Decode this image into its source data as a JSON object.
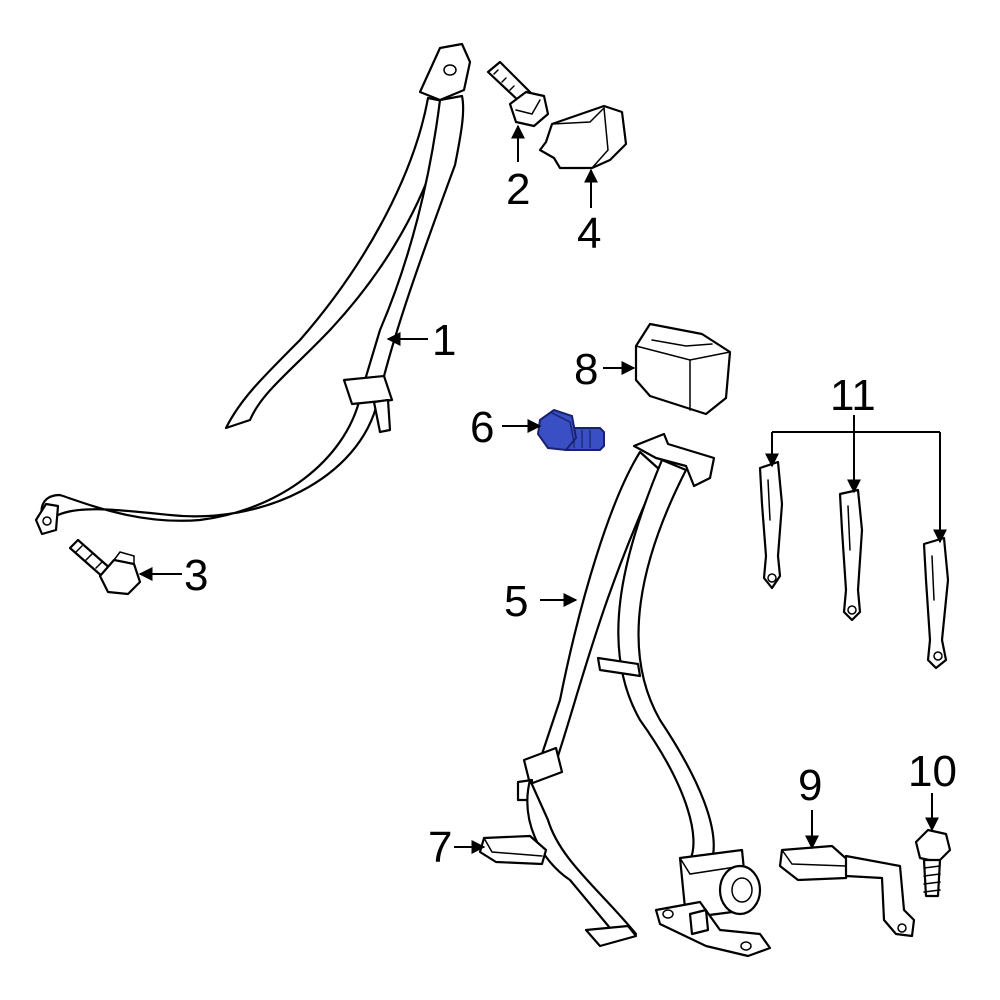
{
  "colors": {
    "line": "#000000",
    "background": "#ffffff",
    "highlight": "#3b4fc4"
  },
  "highlighted_part": "6",
  "callouts": {
    "c1": "1",
    "c2": "2",
    "c3": "3",
    "c4": "4",
    "c5": "5",
    "c6": "6",
    "c7": "7",
    "c8": "8",
    "c9": "9",
    "c10": "10",
    "c11": "11"
  }
}
